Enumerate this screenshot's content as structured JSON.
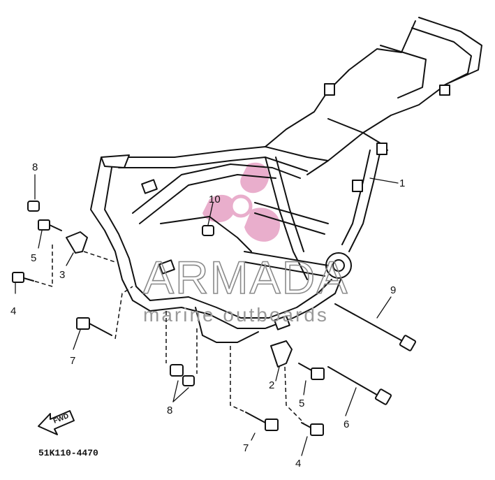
{
  "diagram": {
    "callouts": {
      "c1": "1",
      "c2": "2",
      "c3": "3",
      "c4_left": "4",
      "c4_right": "4",
      "c5_left": "5",
      "c5_right": "5",
      "c6": "6",
      "c7_left": "7",
      "c7_right": "7",
      "c8_top": "8",
      "c8_bottom": "8",
      "c9": "9",
      "c10": "10"
    },
    "fwd_label": "FWD",
    "part_code": "51K110-4470"
  },
  "watermark": {
    "brand": "ARMADA",
    "tagline": "marine outboards",
    "logo_color": "#e6a0c4"
  }
}
